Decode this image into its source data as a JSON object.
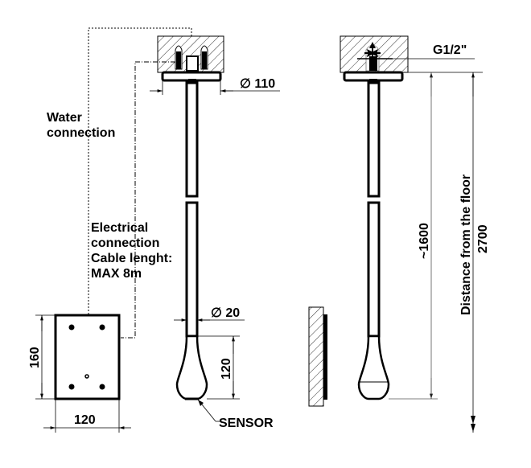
{
  "diagram": {
    "type": "technical-drawing",
    "subject": "ceiling-mounted shower head with sensor",
    "colors": {
      "line": "#000000",
      "dim_line": "#555555",
      "hatch": "#333333",
      "background": "#ffffff"
    },
    "labels": {
      "water_connection": [
        "Water",
        "connection"
      ],
      "electrical_connection": [
        "Electrical",
        "connection",
        "Cable lenght:",
        "MAX 8m"
      ],
      "sensor": "SENSOR",
      "thread": "G1/2\"",
      "distance_from_floor": "Distance from the floor",
      "distance_value": "2700"
    },
    "dimensions": {
      "ceiling_plate_diameter": "∅ 110",
      "pipe_diameter": "∅ 20",
      "head_height": "120",
      "control_box_height": "160",
      "control_box_width": "120",
      "drop_length": "~1600"
    }
  }
}
